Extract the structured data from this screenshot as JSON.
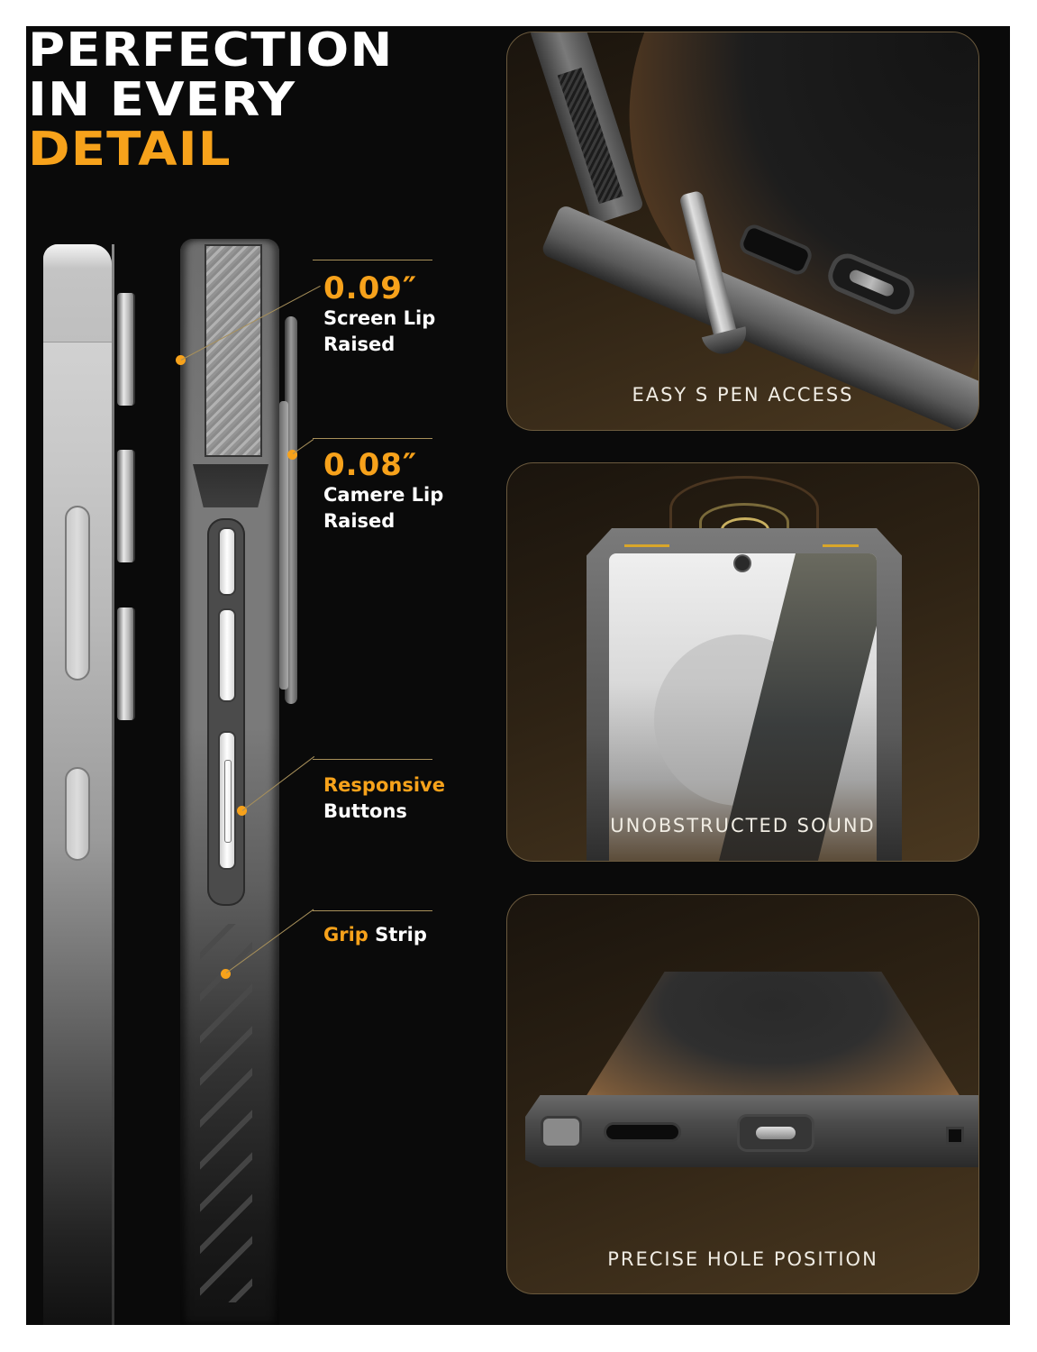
{
  "headline": {
    "line1": "PERFECTION",
    "line2": "IN EVERY",
    "line3": "DETAIL"
  },
  "callouts": [
    {
      "value": "0.09″",
      "line1": "Screen Lip",
      "line2": "Raised"
    },
    {
      "value": "0.08″",
      "line1": "Camere Lip",
      "line2": "Raised"
    },
    {
      "highlight": "Responsive",
      "rest": "Buttons"
    },
    {
      "highlight": "Grip",
      "rest": "Strip"
    }
  ],
  "panels": [
    {
      "caption": "EASY S PEN ACCESS"
    },
    {
      "caption": "UNOBSTRUCTED SOUND"
    },
    {
      "caption": "PRECISE HOLE POSITION"
    }
  ],
  "colors": {
    "accent": "#f7a21b",
    "background": "#0a0a0a",
    "panel_border": "#6b5a3e",
    "leader_line": "#a8905a"
  }
}
